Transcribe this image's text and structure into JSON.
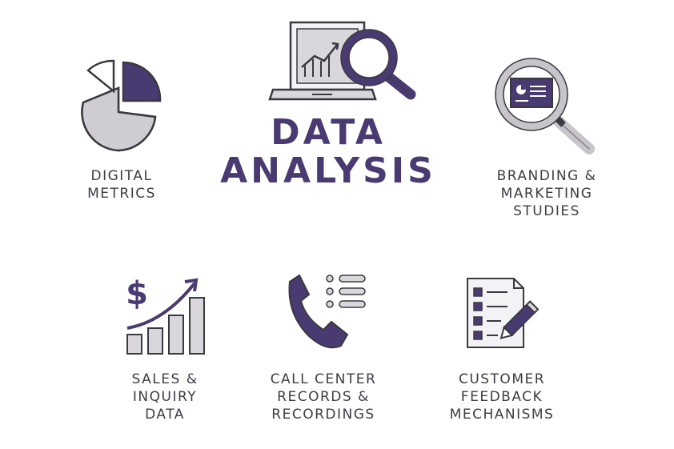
{
  "title": {
    "line1": "DATA",
    "line2": "ANALYSIS"
  },
  "nodes": {
    "digital_metrics": {
      "line1": "DIGITAL",
      "line2": "METRICS",
      "icon": "pie-chart-icon"
    },
    "branding": {
      "line1": "BRANDING &",
      "line2": "MARKETING",
      "line3": "STUDIES",
      "icon": "magnifier-screen-icon"
    },
    "sales": {
      "line1": "SALES &",
      "line2": "INQUIRY",
      "line3": "DATA",
      "icon": "dollar-bar-chart-icon"
    },
    "call_center": {
      "line1": "CALL CENTER",
      "line2": "RECORDS &",
      "line3": "RECORDINGS",
      "icon": "phone-list-icon"
    },
    "customer_feedback": {
      "line1": "CUSTOMER",
      "line2": "FEEDBACK",
      "line3": "MECHANISMS",
      "icon": "checklist-pencil-icon"
    }
  },
  "center_icon": "laptop-magnifier-icon",
  "colors": {
    "accent": "#4a3a72",
    "gray": "#cfcdd2",
    "outline": "#3a3840",
    "text": "#3e3c44"
  }
}
